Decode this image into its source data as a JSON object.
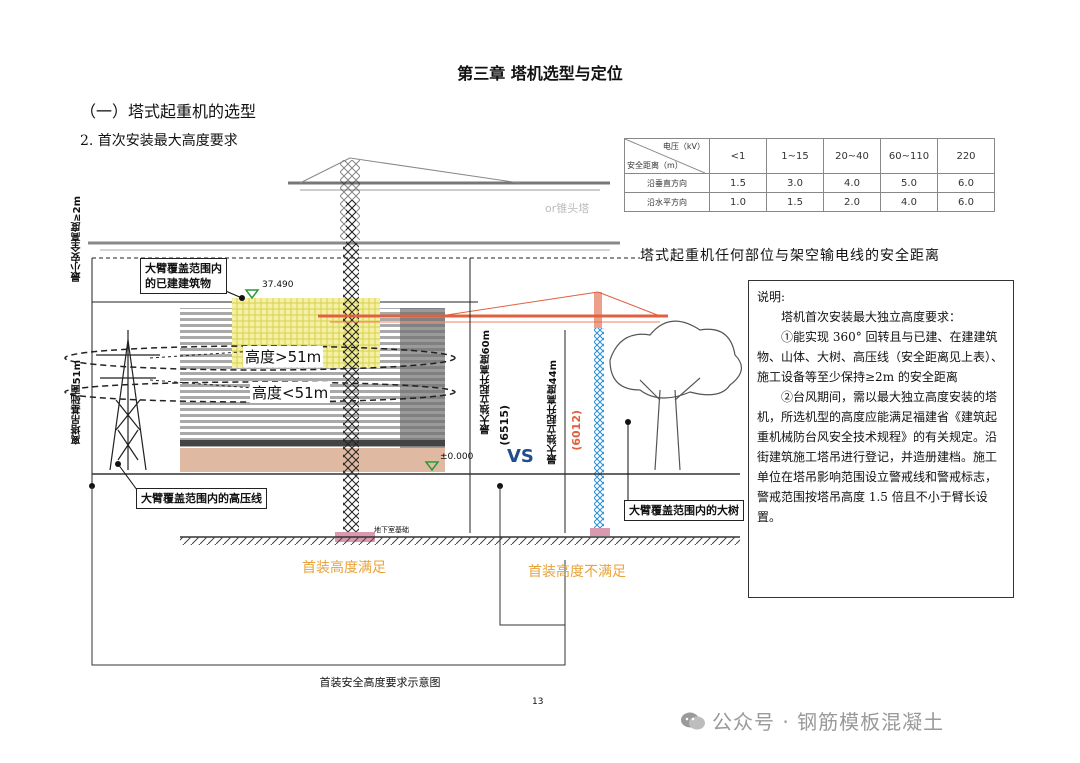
{
  "header": {
    "chapter_title": "第三章 塔机选型与定位",
    "section_title": "（一）塔式起重机的选型",
    "sub_title": "2. 首次安装最大高度要求"
  },
  "voltage_table": {
    "header_top": "电压（kV）",
    "header_bottom": "安全距离（m）",
    "columns": [
      "<1",
      "1~15",
      "20~40",
      "60~110",
      "220"
    ],
    "rows": [
      {
        "label": "沿垂直方向",
        "values": [
          "1.5",
          "3.0",
          "4.0",
          "5.0",
          "6.0"
        ]
      },
      {
        "label": "沿水平方向",
        "values": [
          "1.0",
          "1.5",
          "2.0",
          "4.0",
          "6.0"
        ]
      }
    ]
  },
  "diagram": {
    "safe_distance_label": "塔式起重机任何部位与架空输电线的安全距离",
    "flat_top_label": "or锥头塔",
    "covered_building_label": "大臂覆盖范围内\n的已建建筑物",
    "building_elevation": "37.490",
    "ground_elevation": "±0.000",
    "height_gt_label": "高度>51m",
    "height_lt_label": "高度<51m",
    "powerline_label": "大臂覆盖范围内的高压线",
    "tree_label": "大臂覆盖范围内的大树",
    "min_safe_height_label": "最小安全高度≥2m",
    "hook_height_label": "离塔吊基础面51m",
    "crane_a_height_label": "最大独立起升高度60m",
    "crane_a_model": "(6515)",
    "crane_b_height_label": "最大独立起升高度44m",
    "crane_b_model": "(6012)",
    "vs_label": "VS",
    "foundation_label": "地下室基础",
    "ok_label": "首装高度满足",
    "fail_label": "首装高度不满足"
  },
  "notes": {
    "heading": "说明:",
    "para1": "塔机首次安装最大独立高度要求：",
    "para2": "①能实现 360° 回转且与已建、在建建筑物、山体、大树、高压线（安全距离见上表）、施工设备等至少保持≥2m 的安全距离",
    "para3": "②台风期间，需以最大独立高度安装的塔机，所选机型的高度应能满足福建省《建筑起重机械防台风安全技术规程》的有关规定。沿街建筑施工塔吊进行登记，并造册建档。施工单位在塔吊影响范围设立警戒线和警戒标志，警戒范围按塔吊高度 1.5 倍且不小于臂长设置。"
  },
  "footer": {
    "caption": "首装安全高度要求示意图",
    "page_number": "13",
    "watermark": "公众号 · 钢筋模板混凝土"
  }
}
